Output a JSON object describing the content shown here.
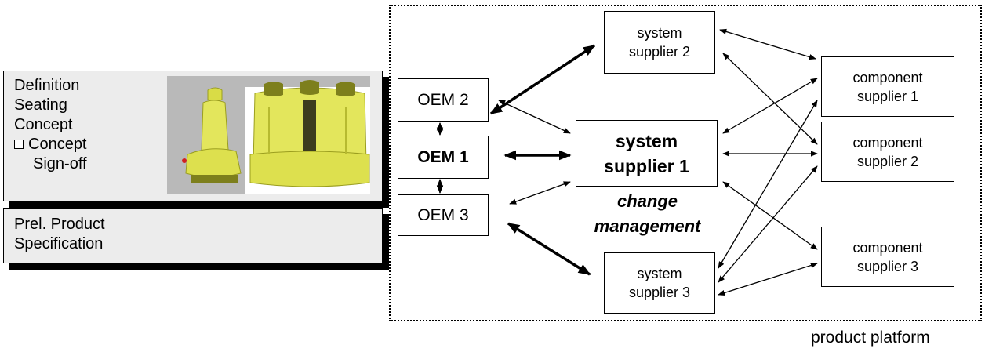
{
  "left_panel": {
    "definition_lines": [
      "Definition",
      "Seating",
      "Concept"
    ],
    "checkbox_label": "Concept",
    "signoff_label": "Sign-off",
    "spec_lines": [
      "Prel. Product",
      "Specification"
    ]
  },
  "nodes": {
    "oem2": "OEM 2",
    "oem1": "OEM 1",
    "oem3": "OEM 3",
    "ss2": "system\nsupplier 2",
    "ss1": "system\nsupplier 1",
    "ss3": "system\nsupplier 3",
    "cs1": "component\nsupplier 1",
    "cs2": "component\nsupplier 2",
    "cs3": "component\nsupplier 3"
  },
  "change_label": "change\nmanagement",
  "platform_label": "product platform",
  "colors": {
    "panel": "#ececec",
    "seat": "#e3e65c",
    "seat_shadow": "#9b9e1f",
    "background_grey": "#b9b9b9"
  }
}
